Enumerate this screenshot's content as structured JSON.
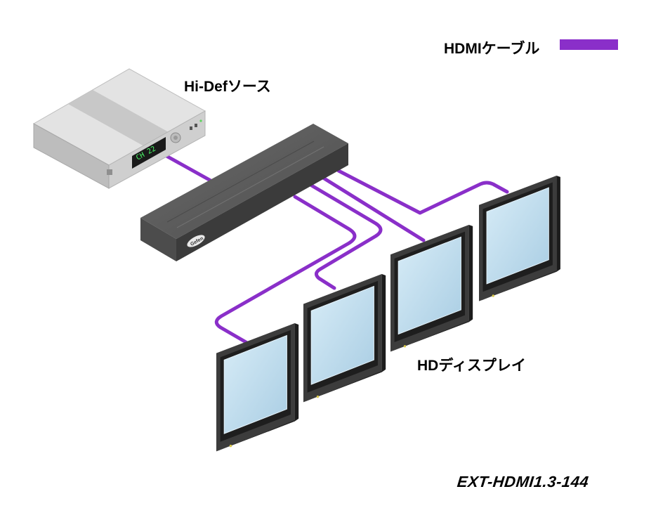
{
  "legend": {
    "label": "HDMIケーブル",
    "color": "#8a2fc9"
  },
  "source": {
    "label": "Hi-Defソース",
    "display_text": "CH 22"
  },
  "extender": {
    "logo_text": "Gefen"
  },
  "displays": {
    "label": "HDディスプレイ",
    "count": 4
  },
  "model": {
    "name": "EXT-HDMI1.3-144"
  },
  "colors": {
    "cable": "#8a2fc9",
    "screen": "#b8d8ec",
    "bezel": "#3a3a3a",
    "extender_body": "#585858",
    "source_body": "#d4d4d4"
  }
}
